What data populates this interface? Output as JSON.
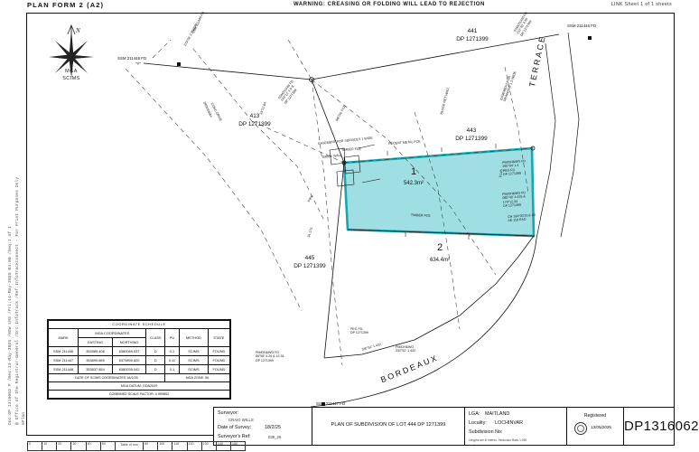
{
  "header": {
    "form": "PLAN FORM 2  (A2)",
    "warning": "WARNING:  CREASING  OR  FOLDING  WILL  LEAD  TO  REJECTION",
    "link_sheet": "LINK Sheet  1  of  1  sheets"
  },
  "compass": {
    "north_glyph": "N",
    "label_line1": "MGA",
    "label_line2": "SCIMS"
  },
  "sidebar_metadata": {
    "line1": "Doc:DP 1316062 P /Rev:13-May-2025 /NSW LRS /Pri:14-May-2025 04:00 /Seq:1 of 1",
    "line2": "@ Office of the Registrar-General /Src:InfoTrack /Ref:InfoTrackConnect - For Print Purposes Only",
    "line3": "ePlan"
  },
  "ruler": {
    "caption": "Table of mm",
    "ticks": [
      "0",
      "10",
      "20",
      "30",
      "40",
      "50",
      "60",
      "100",
      "110",
      "120",
      "130",
      "140",
      "150"
    ]
  },
  "lots": [
    {
      "name": "lot-1",
      "number": "1",
      "area": "542.3m²",
      "highlight": "#5ec8cf"
    },
    {
      "name": "lot-2",
      "number": "2",
      "area": "634.4m²",
      "highlight": "none"
    }
  ],
  "adjoining_parcels": [
    {
      "name": "parcel-413",
      "lot": "413",
      "plan": "DP 1271399"
    },
    {
      "name": "parcel-441",
      "lot": "441",
      "plan": "DP 1271399"
    },
    {
      "name": "parcel-443",
      "lot": "443",
      "plan": "DP 1271399"
    },
    {
      "name": "parcel-445",
      "lot": "445",
      "plan": "DP 1271399"
    }
  ],
  "streets": [
    {
      "name": "street-terrace",
      "label": "TERRACE"
    },
    {
      "name": "street-bordeaux",
      "label": "BORDEAUX"
    }
  ],
  "survey_marks": [
    {
      "name": "ssm-211448",
      "label": "SSM 211448 FD",
      "sub": "\"Y\""
    },
    {
      "name": "ssm-211446",
      "label": "SSM 211446 FD",
      "sub": ""
    },
    {
      "name": "ssm-211447",
      "label": "SSM 211447 FD",
      "sub": "\"X\""
    }
  ],
  "annotations": [
    {
      "name": "note-recent-metal-fce",
      "text": "RECENT METAL FCE"
    },
    {
      "name": "note-timber-fce-top",
      "text": "TIMBER FCE"
    },
    {
      "name": "note-timber-fce-bottom",
      "text": "TIMBER FCE"
    },
    {
      "name": "note-metal-fce-left",
      "text": "METAL FCE"
    },
    {
      "name": "note-conc-drive",
      "text": "CONC DRIVE"
    },
    {
      "name": "note-block-ret-wall",
      "text": "BLOCK RET WALL"
    },
    {
      "name": "note-brick-wall",
      "text": "BRICK WALL"
    },
    {
      "name": "note-easement-a",
      "text": "EASEMENT FOR SERVICES 1 WIDE"
    },
    {
      "name": "note-pipe-fd-1",
      "text": "PM/DH&WG FD\n260°04' 1.4\nPEG FD\nDP 1271399"
    },
    {
      "name": "note-pipe-fd-2",
      "text": "PM/DH&WG FD\n080°40' 4.425 &\n170°12.34\nDP 1271399"
    },
    {
      "name": "note-ch-ref",
      "text": "CH 194°00'20.6 1/2\nAE 118 RAD"
    },
    {
      "name": "note-peg-fd-bottom",
      "text": "PEG FD\nDP 1271399"
    },
    {
      "name": "note-pm-dh-bottom",
      "text": "PM/DH&WG FD\n84°58' 4.25 & 12.34\nDP 1271399"
    },
    {
      "name": "note-pm-bottom-right",
      "text": "PM/DH&WG\n332°52' 1.432"
    },
    {
      "name": "note-ssm-bearing",
      "text": "SSM211446 FD\n143°13' 1.9 &\nDP 1271399"
    },
    {
      "name": "note-ssm-441",
      "text": "SSM211446 FD\n312°30' 4.60\nDP 1271399"
    },
    {
      "name": "note-easement-right",
      "text": "EASEMENT FOR\nDRAINAGE 1.5 WIDE"
    },
    {
      "name": "note-ssm-211446-right",
      "text": "SSM 211446 FD"
    },
    {
      "name": "bearing-left-a",
      "text": "279°06' 2\nPM/DH"
    },
    {
      "name": "bearing-left-b",
      "text": "24°12.84"
    },
    {
      "name": "bearing-left-c",
      "text": "34.175"
    },
    {
      "name": "bearing-right-a",
      "text": "9.145"
    },
    {
      "name": "bearing-bottom-a",
      "text": "330°52' 1.432"
    },
    {
      "name": "bearing-driveway",
      "text": "DRIVEWAY"
    },
    {
      "name": "bearing-pipe-left",
      "text": "PIPE"
    }
  ],
  "coordinate_schedule": {
    "title": "COORDINATE  SCHEDULE",
    "columns": [
      "MARK",
      "MGA  COORDINATES",
      "CLASS",
      "PU",
      "METHOD",
      "STATE"
    ],
    "subcolumns": [
      "EASTING",
      "NORTHING"
    ],
    "rows": [
      {
        "mark": "SSM 211446",
        "easting": "353989.406",
        "northing": "6380089.537",
        "class": "D",
        "pu": "0.1",
        "method": "SCIMS",
        "state": "FOUND"
      },
      {
        "mark": "SSM 211447",
        "easting": "353899.869",
        "northing": "6379890.820",
        "class": "D",
        "pu": "0.11",
        "method": "SCIMS",
        "state": "FOUND"
      },
      {
        "mark": "SSM 211448",
        "easting": "353837.854",
        "northing": "6380039.042",
        "class": "D",
        "pu": "0.1",
        "method": "SCIMS",
        "state": "FOUND"
      }
    ],
    "footer_left": "DATE OF SCIMS COORDINATES 18/2/25",
    "footer_zone": "MGA ZONE: 56",
    "footer_datum": "MGA DATUM: GDA2020",
    "footer_scale": "COMBINED SCALE FACTOR: 0.999852"
  },
  "title_block": {
    "surveyor_label": "Surveyor:",
    "surveyor_name": "CRAIG WILLS",
    "date_label": "Date of Survey:",
    "date_value": "18/2/25",
    "ref_label": "Surveyor's Ref:",
    "ref_value": "039_25",
    "plan_description": "PLAN OF SUBDIVISION OF LOT 444 DP 1271399",
    "lga_label": "LGA:",
    "lga_value": "MAITLAND",
    "locality_label": "Locality:",
    "locality_value": "LOCHINVAR",
    "subdivision_label": "Subdivision No:",
    "subdivision_value": "",
    "lengths_note": "Lengths are in metres.  Reduction Ratio 1:250",
    "registered_label": "Registered",
    "registered_date": "13/05/2025",
    "dp_number": "DP1316062"
  }
}
